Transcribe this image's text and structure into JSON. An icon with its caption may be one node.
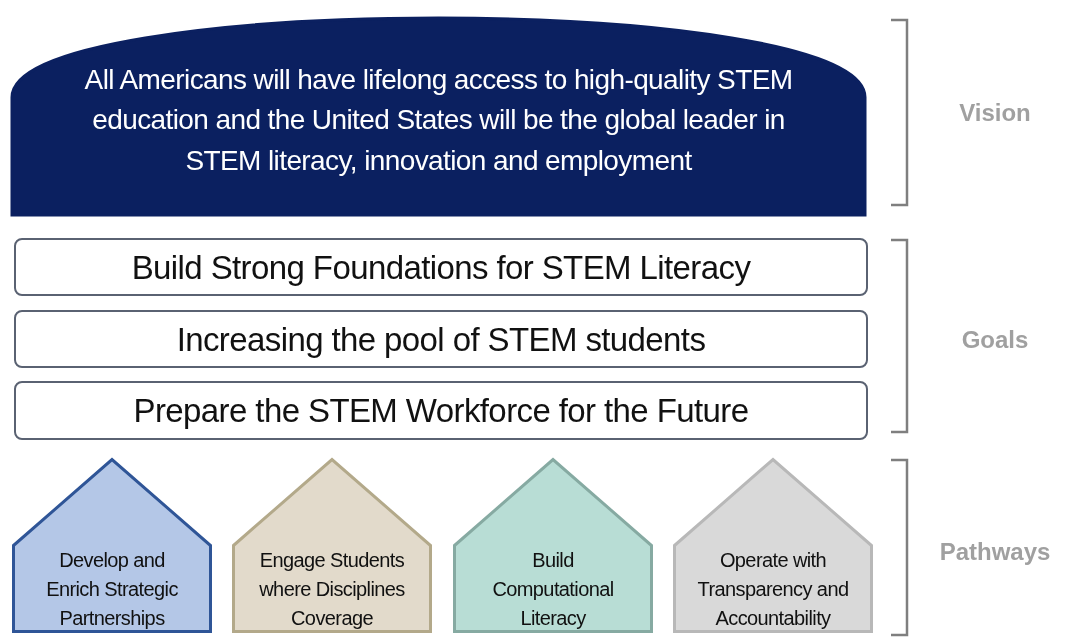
{
  "diagram": {
    "nodes": [
      {
        "text": [
          "All Americans will have lifelong access to high-quality STEM education and the United States will be the global leader in STEM literacy, innovation and employment"
        ]
      },
      {
        "text": [
          "Build Strong Foundations for STEM Literacy"
        ]
      },
      {
        "text": [
          "Increasing the pool of STEM students"
        ]
      },
      {
        "text": [
          "Prepare the STEM Workforce for the Future"
        ]
      },
      {
        "text": [
          "Develop and Enrich Strategic Partnerships"
        ]
      },
      {
        "text": [
          "Engage Students where Disciplines Coverage"
        ]
      },
      {
        "text": [
          "Build Computational Literacy"
        ]
      },
      {
        "text": [
          "Operate with Transparency and Accountability"
        ]
      }
    ],
    "labels": [
      "Vision",
      "Goals",
      "Pathways"
    ]
  }
}
